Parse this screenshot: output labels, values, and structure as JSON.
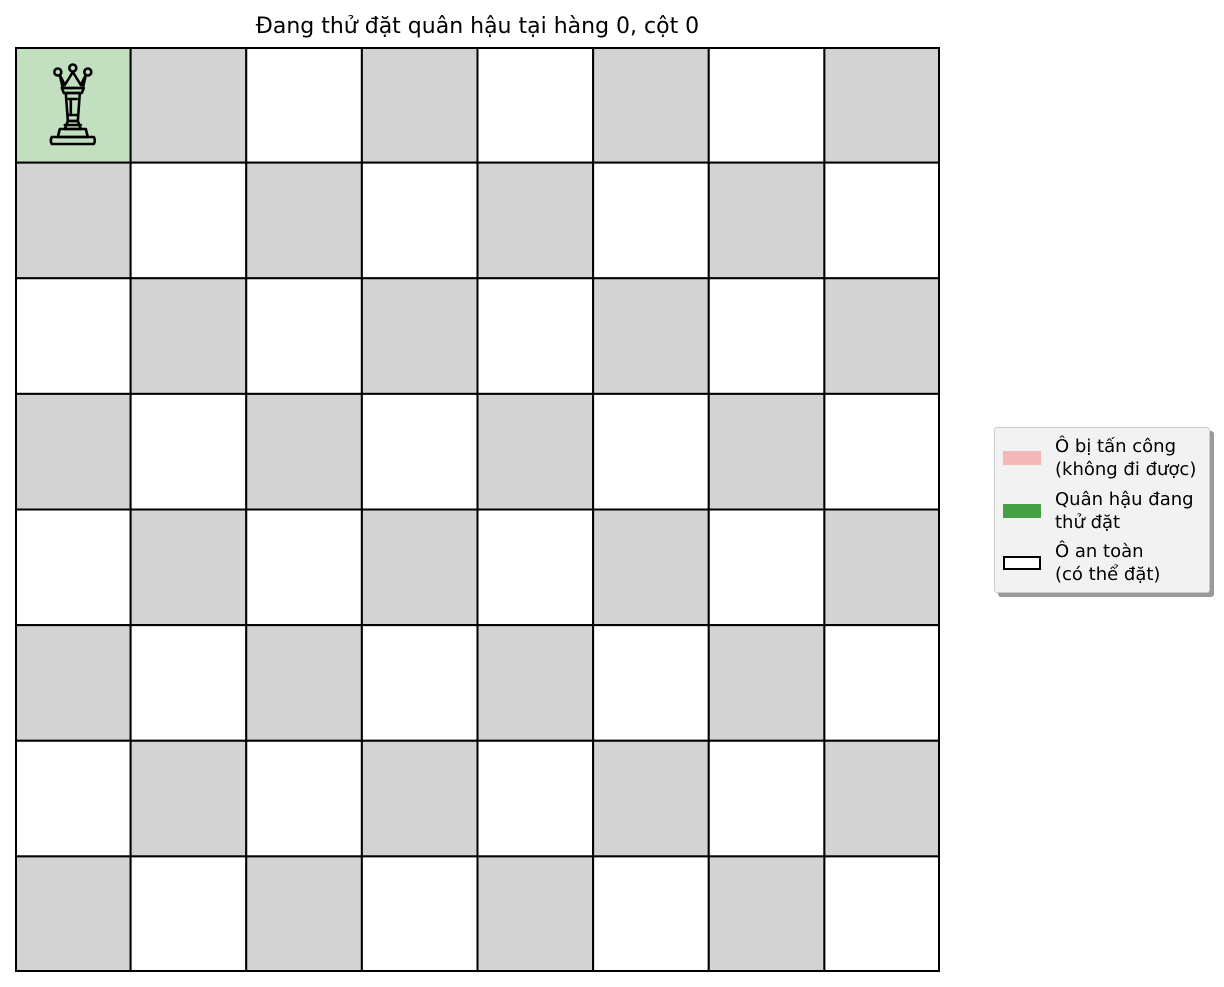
{
  "title": "Đang thử đặt quân hậu tại hàng 0, cột 0",
  "board": {
    "size": 8,
    "queen": {
      "row": 0,
      "col": 0,
      "icon": "queen-icon"
    },
    "attacked_cells": [],
    "colors": {
      "dark_square": "#d3d3d3",
      "light_square": "#ffffff",
      "queen_square": "#c2e0c0",
      "grid_line": "#000000"
    }
  },
  "legend": {
    "placement": "center-right",
    "items": [
      {
        "label_line1": "Ô bị tấn công",
        "label_line2": "(không đi được)",
        "color": "#f4b8b8",
        "style": "fill"
      },
      {
        "label_line1": "Quân hậu đang",
        "label_line2": "thử đặt",
        "color": "#45a045",
        "style": "fill"
      },
      {
        "label_line1": "Ô an toàn",
        "label_line2": "(có thể đặt)",
        "color": "#ffffff",
        "style": "outline"
      }
    ]
  }
}
